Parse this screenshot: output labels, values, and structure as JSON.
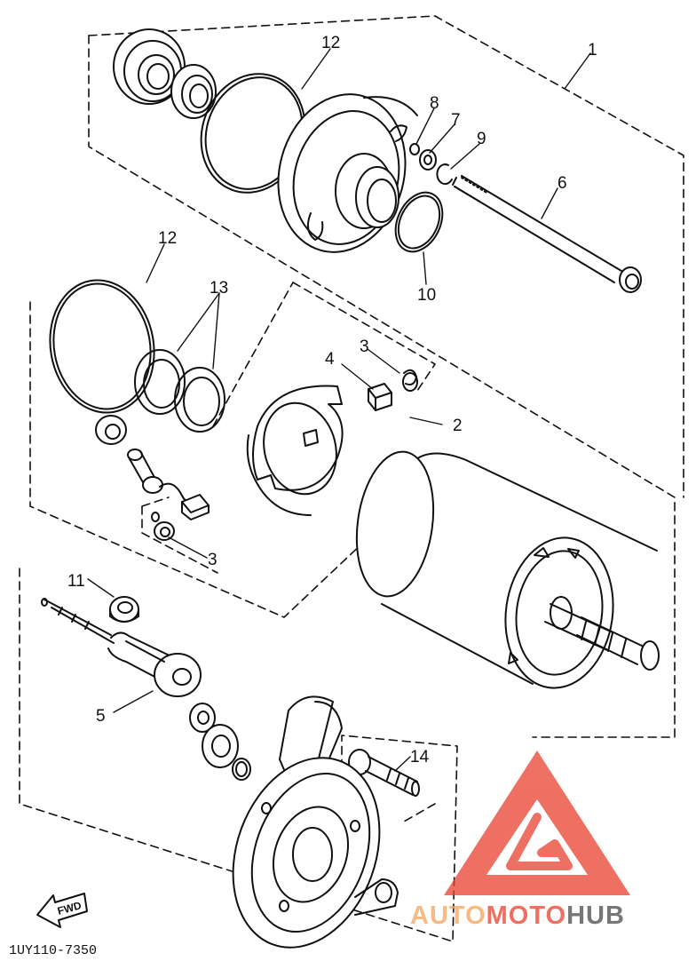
{
  "diagram": {
    "labels": {
      "p1": "1",
      "p2": "2",
      "p3a": "3",
      "p3b": "3",
      "p4": "4",
      "p5": "5",
      "p6": "6",
      "p7": "7",
      "p8": "8",
      "p9": "9",
      "p10": "10",
      "p11": "11",
      "p12a": "12",
      "p12b": "12",
      "p13": "13",
      "p14": "14"
    },
    "fwd": "FWD",
    "code": "1UY110-7350"
  },
  "watermark": {
    "part1": "AUTO",
    "part2": "MOTO",
    "part3": "HUB",
    "color_red": "#e8412f",
    "color_orange": "#f2a35e",
    "color_dark": "#4a4a4a"
  }
}
